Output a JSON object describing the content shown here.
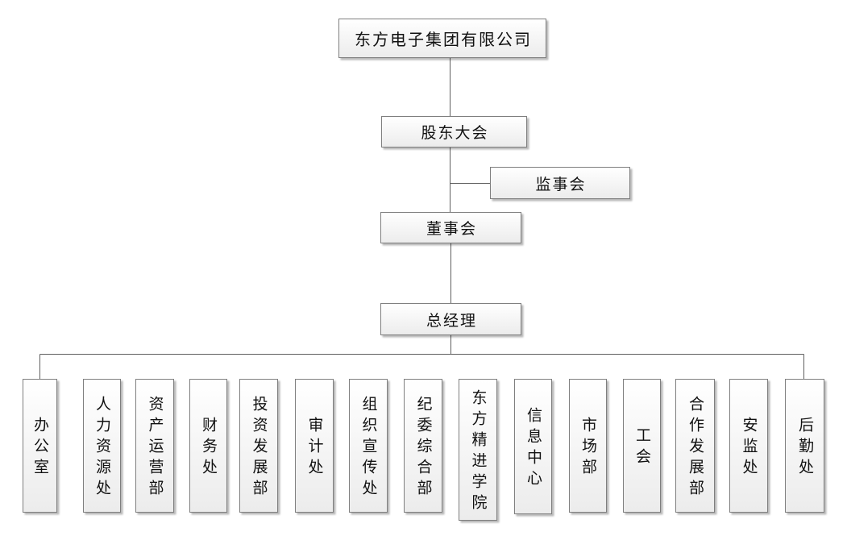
{
  "org": {
    "root": "东方电子集团有限公司",
    "shareholders_meeting": "股东大会",
    "supervisory_board": "监事会",
    "board_of_directors": "董事会",
    "general_manager": "总经理",
    "departments": [
      "办公室",
      "人力资源处",
      "资产运营部",
      "财务处",
      "投资发展部",
      "审计处",
      "组织宣传处",
      "纪委综合部",
      "东方精进学院",
      "信息中心",
      "市场部",
      "工会",
      "合作发展部",
      "安监处",
      "后勤处"
    ]
  },
  "colors": {
    "background": "#ffffff",
    "box_border": "#7f7f7f",
    "box_fill_top": "#ffffff",
    "box_fill_bottom": "#ececec",
    "connector": "#5f5f5f",
    "text": "#111111",
    "shadow": "rgba(0,0,0,0.28)"
  }
}
